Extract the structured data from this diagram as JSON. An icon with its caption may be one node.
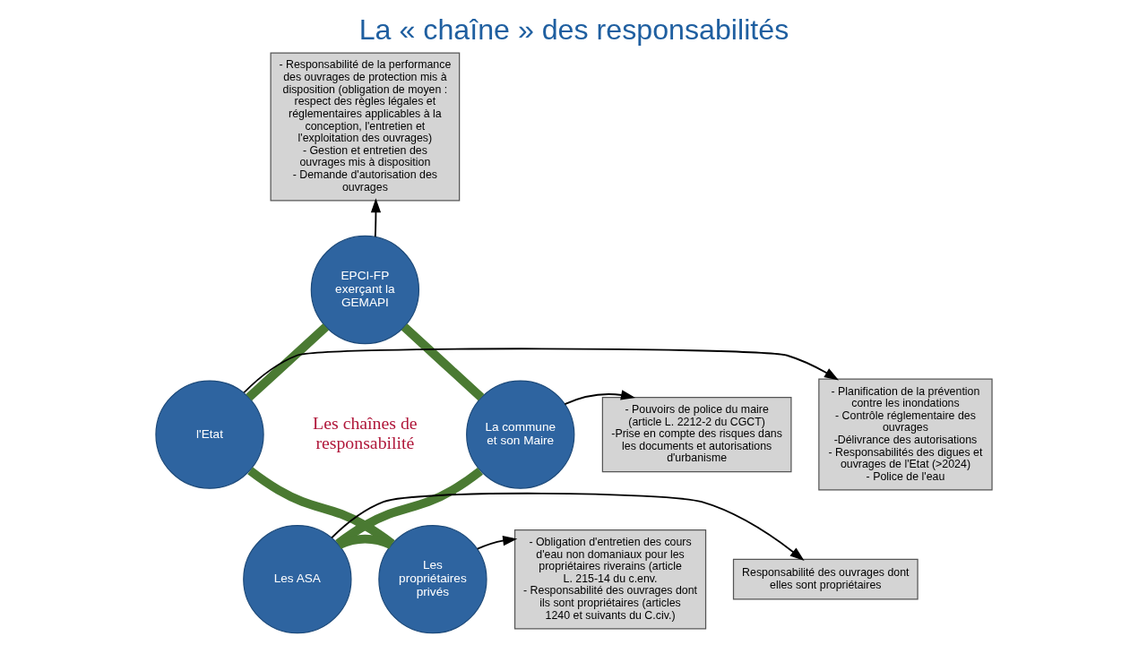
{
  "diagram": {
    "title": "La « chaîne » des responsabilités",
    "nodes": [
      {
        "text": [
          "- Responsabilité de la performance des ouvrages de protection mis à disposition (obligation de moyen : respect des règles légales et réglementaires applicables à la conception, l'entretien et l'exploitation des ouvrages)",
          "- Gestion et entretien des ouvrages mis à disposition",
          "- Demande d'autorisation des ouvrages"
        ]
      },
      {
        "text": [
          "EPCI-FP exerçant la GEMAPI"
        ]
      },
      {
        "text": [
          "- Planification de la prévention contre les inondations",
          "- Contrôle réglementaire des ouvrages",
          "-Délivrance des autorisations",
          "- Responsabilités des digues et ouvrages de l'Etat (>2024)",
          "- Police de l'eau"
        ]
      },
      {
        "text": [
          "- Pouvoirs de police du maire (article L. 2212-2 du CGCT)",
          "-Prise en compte des risques dans les documents et autorisations d'urbanisme"
        ]
      },
      {
        "text": [
          "l'Etat"
        ]
      },
      {
        "text": [
          "La commune et son Maire"
        ]
      },
      {
        "text": [
          "Les propriétaires privés"
        ]
      },
      {
        "text": [
          "Les ASA"
        ]
      },
      {
        "text": [
          "- Obligation d'entretien des cours d'eau non domaniaux pour les propriétaires riverains (article L. 215-14 du c.env.",
          "- Responsabilité des ouvrages dont ils sont propriétaires (articles 1240 et suivants du C.civ.)"
        ]
      },
      {
        "text": [
          "Responsabilité des ouvrages dont elles sont propriétaires"
        ]
      }
    ],
    "edges": [
      {
        "from": 1,
        "to": 0,
        "arrow": "to"
      },
      {
        "from": 4,
        "to": 2,
        "arrow": "to"
      },
      {
        "from": 5,
        "to": 3,
        "arrow": "to"
      },
      {
        "from": 6,
        "to": 8,
        "arrow": "to"
      },
      {
        "from": 7,
        "to": 9,
        "arrow": "to"
      },
      {
        "from": 1,
        "to": 5,
        "arrow": "none",
        "style": "thick",
        "color": "#4a7a32"
      },
      {
        "from": 5,
        "to": 7,
        "arrow": "none",
        "style": "thick",
        "color": "#4a7a32"
      },
      {
        "from": 7,
        "to": 6,
        "arrow": "none",
        "style": "thick",
        "color": "#4a7a32"
      },
      {
        "from": 6,
        "to": 4,
        "arrow": "none",
        "style": "thick",
        "color": "#4a7a32"
      },
      {
        "from": 4,
        "to": 1,
        "arrow": "none",
        "style": "thick",
        "color": "#4a7a32"
      }
    ],
    "labels": [
      "Les chaînes de responsabilité"
    ]
  }
}
